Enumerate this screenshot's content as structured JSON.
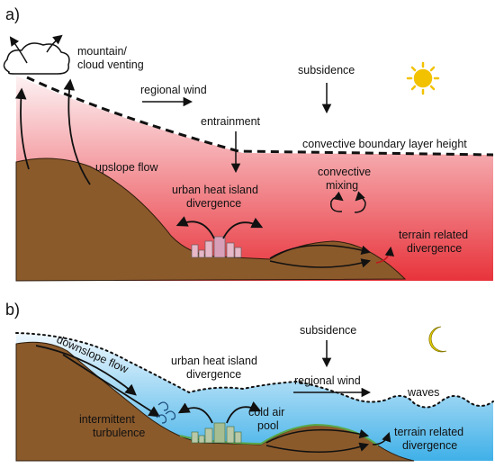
{
  "panel_a": {
    "letter": "a)",
    "labels": {
      "mountain_venting_1": "mountain/",
      "mountain_venting_2": "cloud venting",
      "subsidence": "subsidence",
      "regional_wind": "regional wind",
      "entrainment": "entrainment",
      "cbl_height": "convective boundary layer height",
      "upslope": "upslope flow",
      "convective_1": "convective",
      "convective_2": "mixing",
      "uhi_1": "urban heat island",
      "uhi_2": "divergence",
      "terrain_1": "terrain related",
      "terrain_2": "divergence"
    },
    "icon": "sun-icon",
    "colors": {
      "layer_top": "#fdf0f2",
      "layer_bottom": "#e8333b",
      "terrain": "#8b5a2b",
      "sun": "#f2c200"
    }
  },
  "panel_b": {
    "letter": "b)",
    "labels": {
      "subsidence": "subsidence",
      "downslope": "downslope flow",
      "uhi_1": "urban heat island",
      "uhi_2": "divergence",
      "regional_wind": "regional wind",
      "waves": "waves",
      "turb_1": "intermittent",
      "turb_2": "turbulence",
      "cold_1": "cold air",
      "cold_2": "pool",
      "terrain_1": "terrain related",
      "terrain_2": "divergence"
    },
    "icon": "moon-icon",
    "colors": {
      "layer_top": "#eef7fd",
      "layer_bottom": "#3fb0e8",
      "terrain": "#8b5a2b",
      "moon": "#e8d200",
      "city_green": "#5aa84a"
    }
  }
}
